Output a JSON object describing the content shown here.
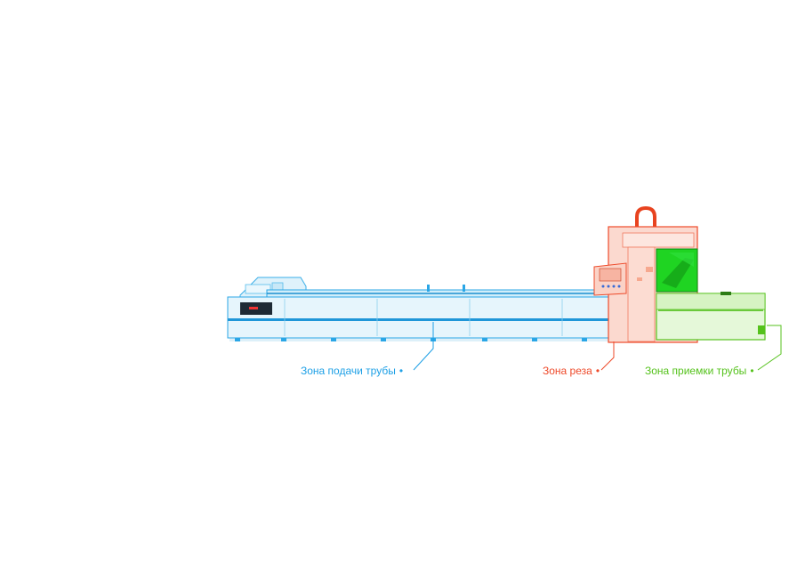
{
  "zones": {
    "feed": {
      "label": "Зона подачи трубы",
      "color": "#1ea0e6"
    },
    "cut": {
      "label": "Зона реза",
      "color": "#ee4a2a"
    },
    "receive": {
      "label": "Зона приемки трубы",
      "color": "#55c21c"
    }
  },
  "colors": {
    "bed_fill": "#e4f4fc",
    "bed_stroke": "#2aa6e6",
    "cabin_fill": "#fbd6cc",
    "screen_green": "#19d11f",
    "receive_fill": "#e3f7d6"
  },
  "icons": {
    "bullet": "•"
  }
}
